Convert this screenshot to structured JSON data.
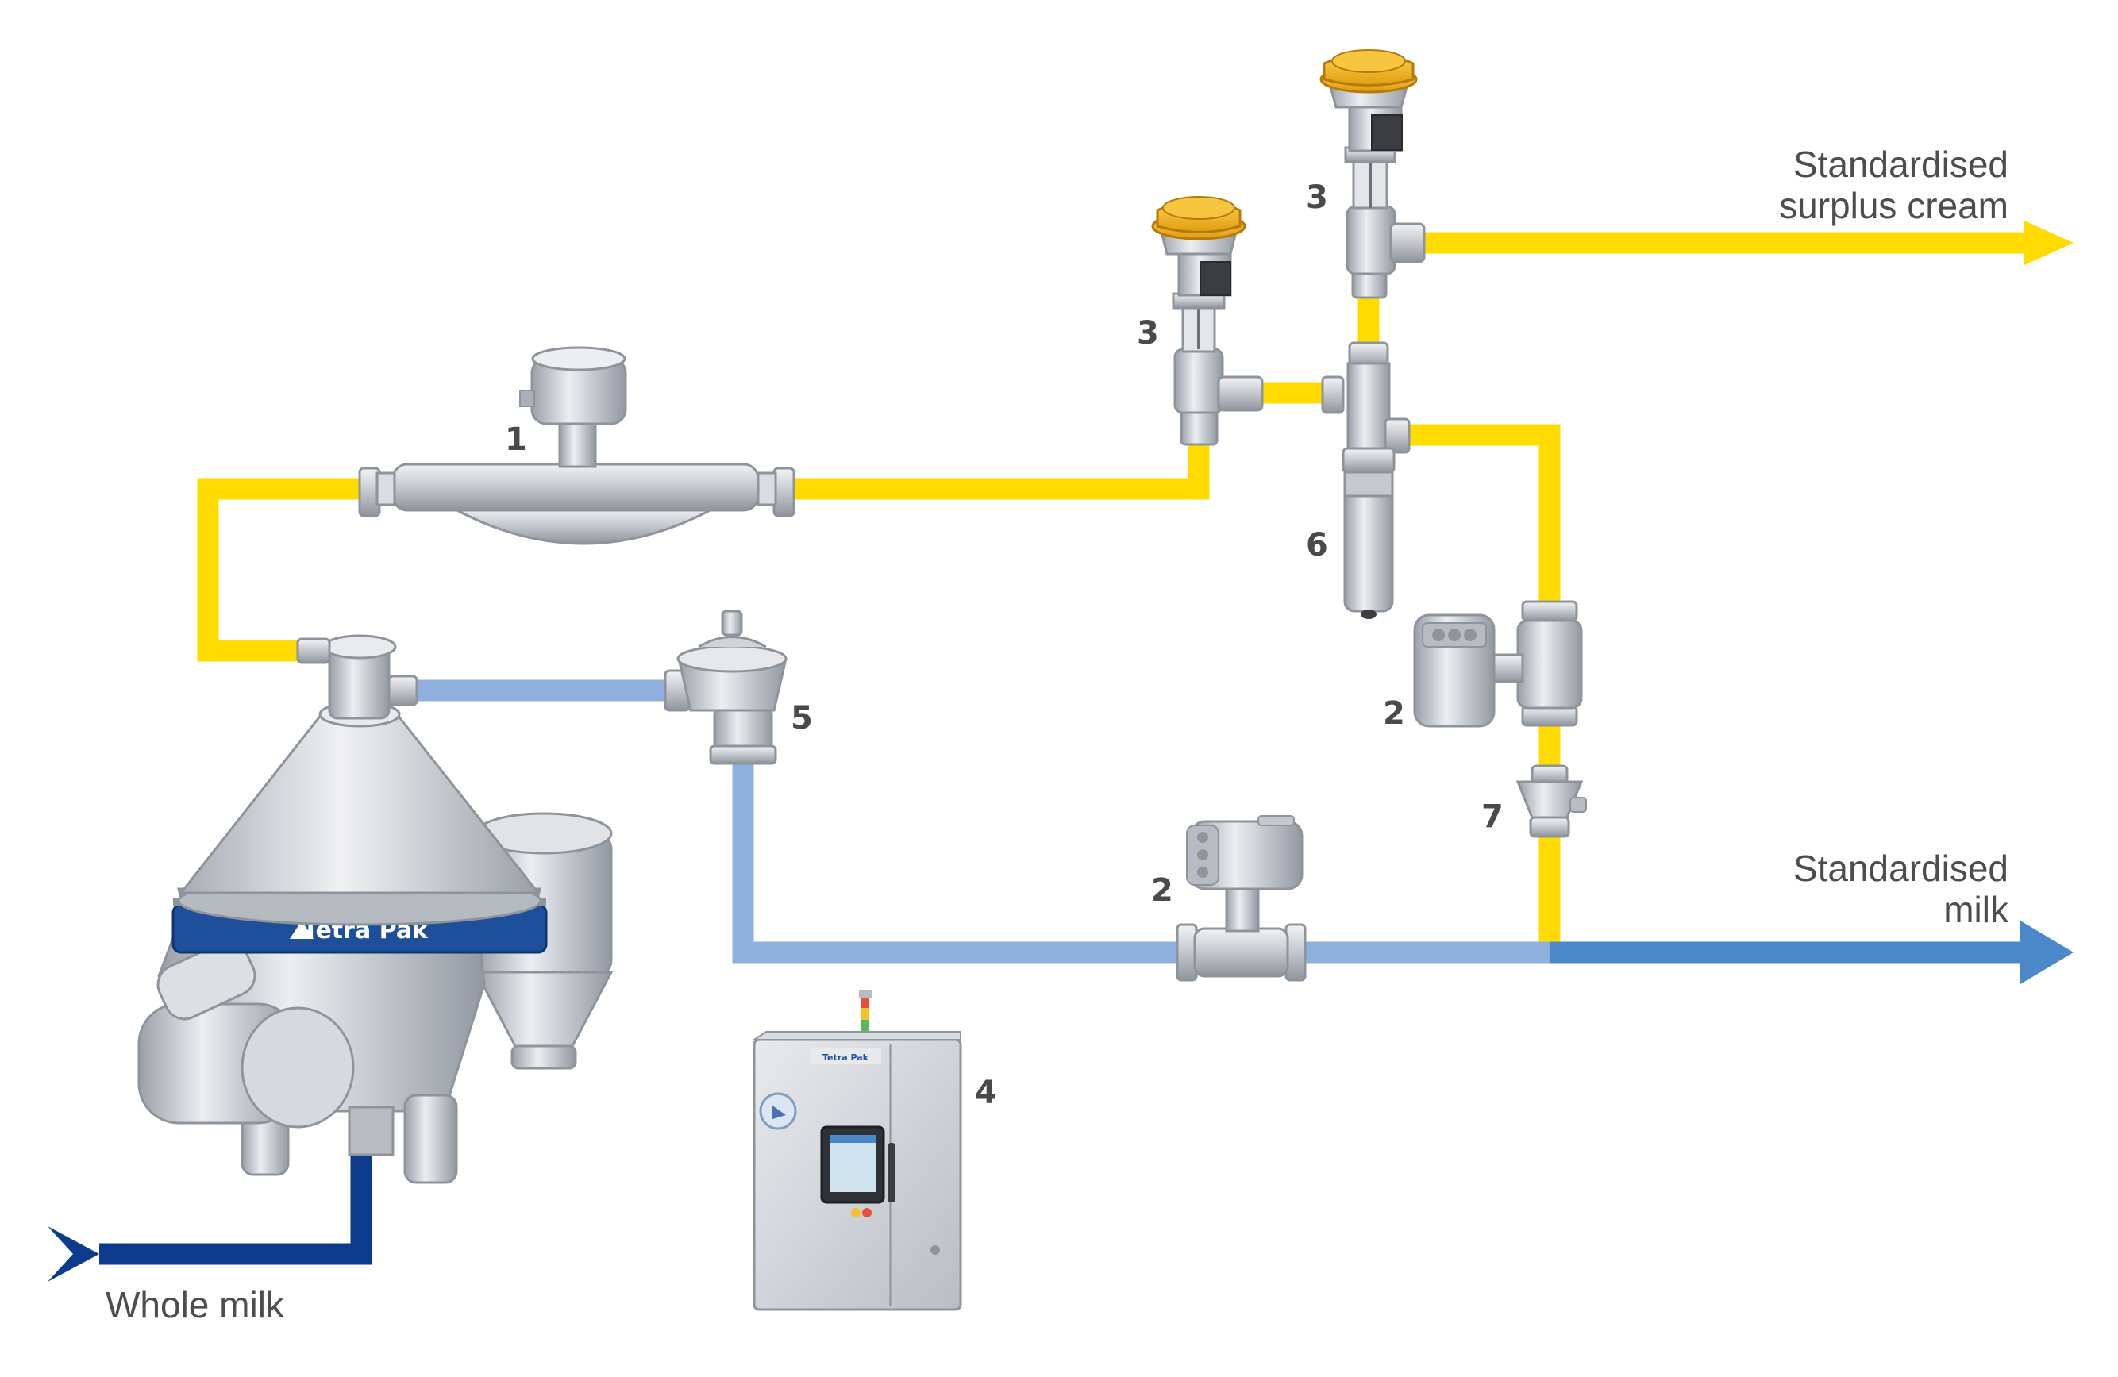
{
  "labels": {
    "surplus_cream_line1": "Standardised",
    "surplus_cream_line2": "surplus cream",
    "milk_line1": "Standardised",
    "milk_line2": "milk",
    "whole_milk": "Whole milk"
  },
  "components": {
    "flow_meter": "1",
    "density_meter_vertical": "2",
    "density_meter_horizontal": "2",
    "control_valve_upper": "3",
    "control_valve_lower": "3",
    "control_panel": "4",
    "constant_pressure_valve": "5",
    "shut_off_valve": "6",
    "check_valve": "7"
  },
  "brand": {
    "separator_logo": "Tetra Pak",
    "panel_logo": "Tetra Pak"
  },
  "colors": {
    "cream_line": "#ffdb00",
    "skim_line": "#8fb0de",
    "standardised_milk": "#4a88c9",
    "whole_milk": "#0c3a8c",
    "actuator": "#f2b21b",
    "steel": "#c9ccd1"
  }
}
